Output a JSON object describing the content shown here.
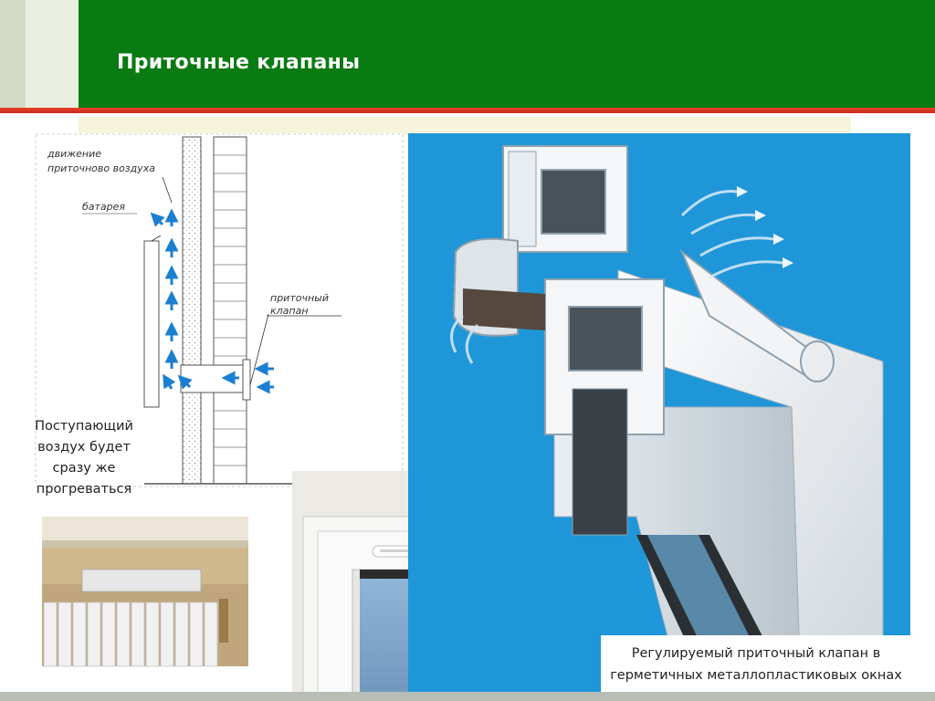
{
  "title": "Приточные клапаны",
  "diagram": {
    "label_air": "движение\nприточново воздуха",
    "label_air_line1": "движение",
    "label_air_line2": "приточново воздуха",
    "label_battery": "батарея",
    "label_valve_line1": "приточный",
    "label_valve_line2": "клапан"
  },
  "caption_left": "Поступающий воздух будет сразу же прогреваться",
  "caption_right": "Регулируемый приточный клапан в герметичных металлопластиковых окнах",
  "colors": {
    "header": "#0a7a12",
    "accent_line": "#e8422a",
    "arrows": "#1b7fd1",
    "profile_bg": "#1f96d8"
  },
  "icons": [
    "air-flow-arrow-icon"
  ]
}
